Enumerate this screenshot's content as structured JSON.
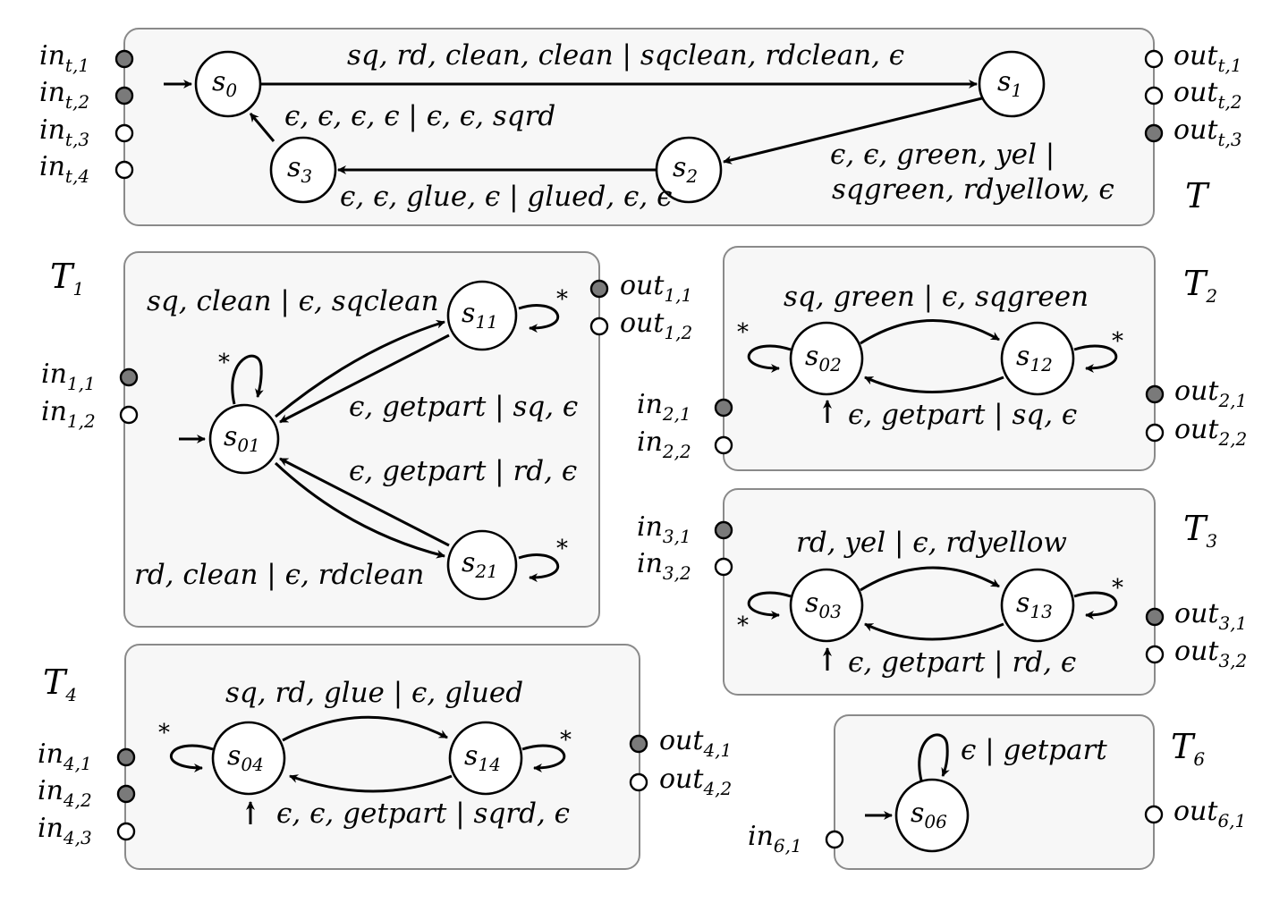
{
  "machines": {
    "T": {
      "title": "T",
      "states": {
        "s0": "0",
        "s1": "1",
        "s2": "2",
        "s3": "3"
      },
      "labels": {
        "s0_s1": "sq, rd, clean, clean | sqclean, rdclean, ϵ",
        "s3_s0": "ϵ, ϵ, ϵ, ϵ | ϵ, ϵ, sqrd",
        "s1_s2_line1": "ϵ, ϵ, green, yel |",
        "s1_s2_line2": "sqgreen, rdyellow, ϵ",
        "s2_s3": "ϵ, ϵ, glue, ϵ | glued, ϵ, ϵ"
      },
      "inputs": [
        "t,1",
        "t,2",
        "t,3",
        "t,4"
      ],
      "outputs": [
        "t,1",
        "t,2",
        "t,3"
      ]
    },
    "T1": {
      "title_sub": "1",
      "states": {
        "s01": "01",
        "s11": "11",
        "s21": "21"
      },
      "labels": {
        "s01_s11": "sq, clean | ϵ, sqclean",
        "s11_s01": "ϵ, getpart | sq, ϵ",
        "s21_s01": "ϵ, getpart | rd, ϵ",
        "s01_s21": "rd, clean | ϵ, rdclean"
      },
      "inputs": [
        "1,1",
        "1,2"
      ],
      "outputs": [
        "1,1",
        "1,2"
      ]
    },
    "T2": {
      "title_sub": "2",
      "states": {
        "s02": "02",
        "s12": "12"
      },
      "labels": {
        "fwd": "sq, green | ϵ, sqgreen",
        "back": "ϵ, getpart | sq, ϵ"
      },
      "inputs": [
        "2,1",
        "2,2"
      ],
      "outputs": [
        "2,1",
        "2,2"
      ]
    },
    "T3": {
      "title_sub": "3",
      "states": {
        "s03": "03",
        "s13": "13"
      },
      "labels": {
        "fwd": "rd, yel | ϵ, rdyellow",
        "back": "ϵ, getpart | rd, ϵ"
      },
      "inputs": [
        "3,1",
        "3,2"
      ],
      "outputs": [
        "3,1",
        "3,2"
      ]
    },
    "T4": {
      "title_sub": "4",
      "states": {
        "s04": "04",
        "s14": "14"
      },
      "labels": {
        "fwd": "sq, rd, glue | ϵ, glued",
        "back": "ϵ, ϵ, getpart | sqrd, ϵ"
      },
      "inputs": [
        "4,1",
        "4,2",
        "4,3"
      ],
      "outputs": [
        "4,1",
        "4,2"
      ]
    },
    "T6": {
      "title_sub": "6",
      "states": {
        "s06": "06"
      },
      "labels": {
        "loop": "ϵ | getpart"
      },
      "inputs": [
        "6,1"
      ],
      "outputs": [
        "6,1"
      ]
    }
  },
  "text": {
    "state_prefix": "s",
    "in_prefix": "in",
    "out_prefix": "out",
    "machine_letter": "T",
    "self_loop_mark": "*"
  },
  "colors": {
    "port_filled": "#7a7a7a",
    "port_empty": "#ffffff",
    "box_fill": "#f7f7f7",
    "box_stroke": "#8a8a8a"
  }
}
